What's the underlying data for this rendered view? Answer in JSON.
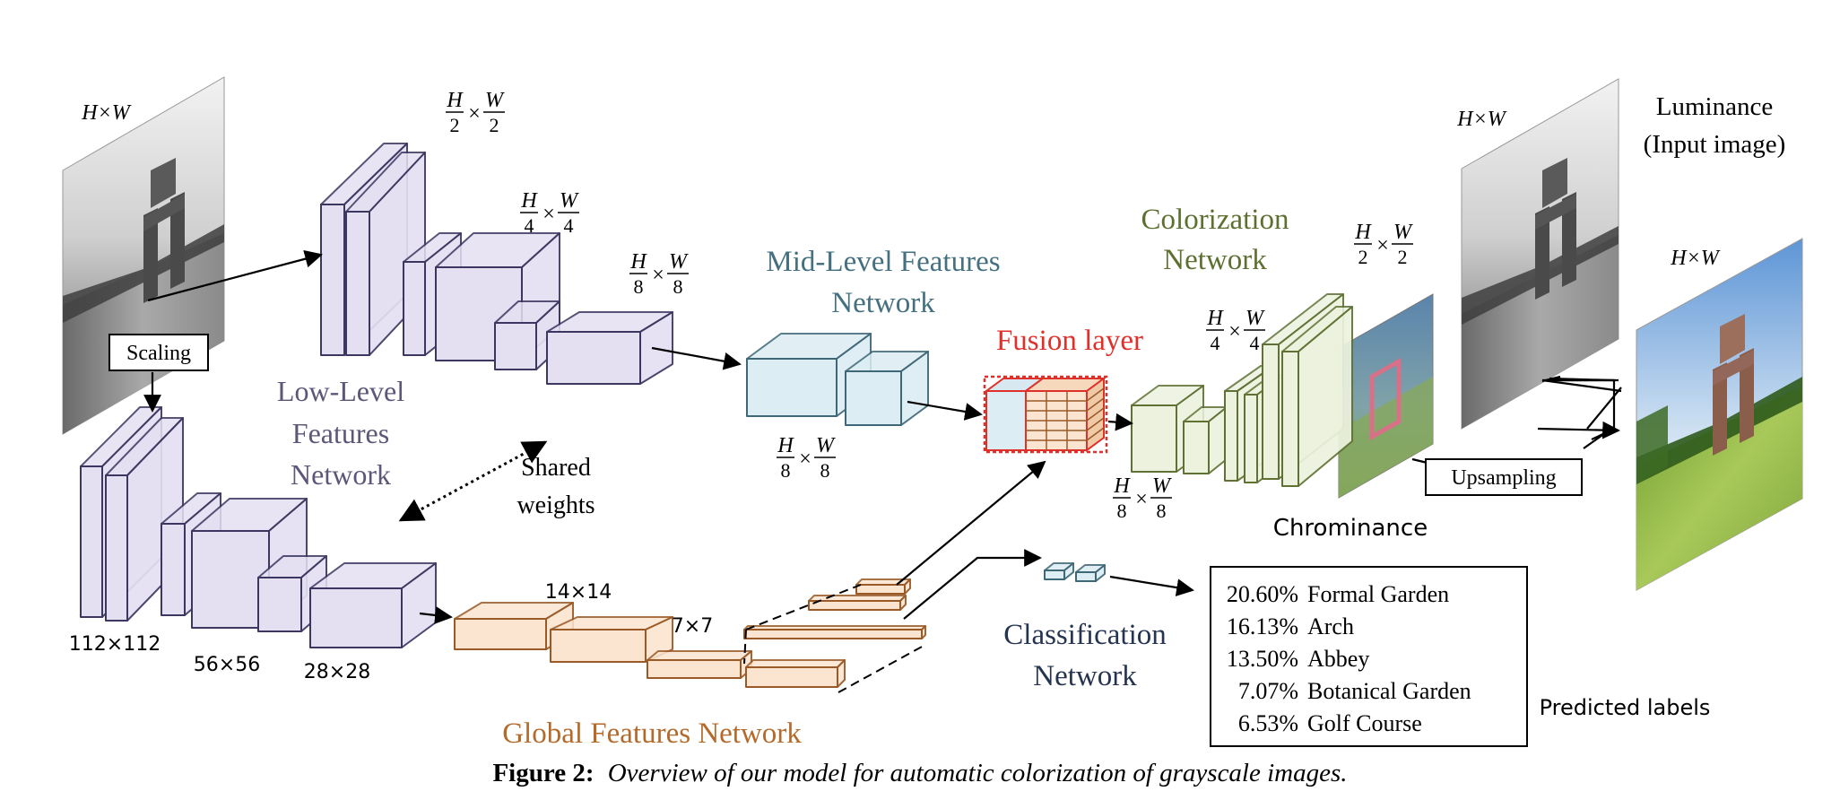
{
  "labels": {
    "low_level_line1": "Low-Level",
    "low_level_line2": "Features",
    "low_level_line3": "Network",
    "mid_level_line1": "Mid-Level Features",
    "mid_level_line2": "Network",
    "fusion": "Fusion layer",
    "colorization_line1": "Colorization",
    "colorization_line2": "Network",
    "global": "Global Features Network",
    "classification_line1": "Classification",
    "classification_line2": "Network",
    "scaling": "Scaling",
    "shared_line1": "Shared",
    "shared_line2": "weights",
    "upsampling": "Upsampling",
    "chrominance": "Chrominance",
    "luminance_line1": "Luminance",
    "luminance_line2": "(Input image)",
    "predicted_labels": "Predicted labels"
  },
  "dims": {
    "input": "H×W",
    "output_top": "H×W",
    "output_color": "H×W",
    "H": "H",
    "W": "W",
    "d2": "2",
    "d4": "4",
    "d8": "8",
    "times": "×",
    "s112": "112×112",
    "s56": "56×56",
    "s28": "28×28",
    "s14": "14×14",
    "s7": "7×7"
  },
  "predictions": [
    {
      "pct": "20.60%",
      "label": "Formal Garden"
    },
    {
      "pct": "16.13%",
      "label": "Arch"
    },
    {
      "pct": "13.50%",
      "label": "Abbey"
    },
    {
      "pct": "7.07%",
      "label": "Botanical Garden"
    },
    {
      "pct": "6.53%",
      "label": "Golf Course"
    }
  ],
  "caption": {
    "prefix": "Figure 2:",
    "text": "Overview of our model for automatic colorization of grayscale images."
  },
  "colors": {
    "low_fill": "#e4e0f2",
    "low_stroke": "#3b3760",
    "mid_fill": "#dcedf4",
    "mid_stroke": "#3e6777",
    "global_fill": "#fbe5d0",
    "global_stroke": "#9a5a28",
    "color_fill": "#edf2df",
    "color_stroke": "#5f7234",
    "fusion_red": "#e0302a",
    "low_text": "#5d5678",
    "mid_text": "#44707f",
    "fusion_text": "#e0302a",
    "color_text": "#5e7030",
    "global_text": "#b36a2b",
    "class_text": "#253450"
  }
}
